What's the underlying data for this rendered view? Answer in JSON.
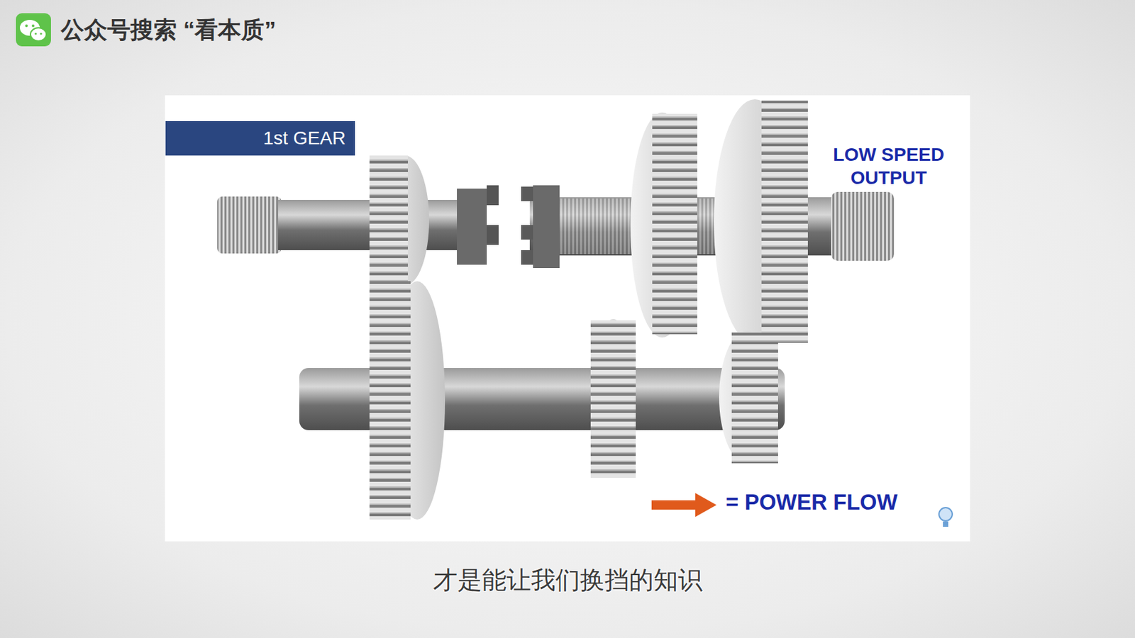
{
  "diagram": {
    "caption": "才是能让我们换挡的知识",
    "nodes": [
      {
        "text": [
          "1st GEAR"
        ]
      }
    ],
    "labels": [
      "公众号搜索 “看本质”",
      "LOW SPEED OUTPUT"
    ],
    "legend": [
      {
        "text": "= POWER FLOW"
      }
    ]
  }
}
